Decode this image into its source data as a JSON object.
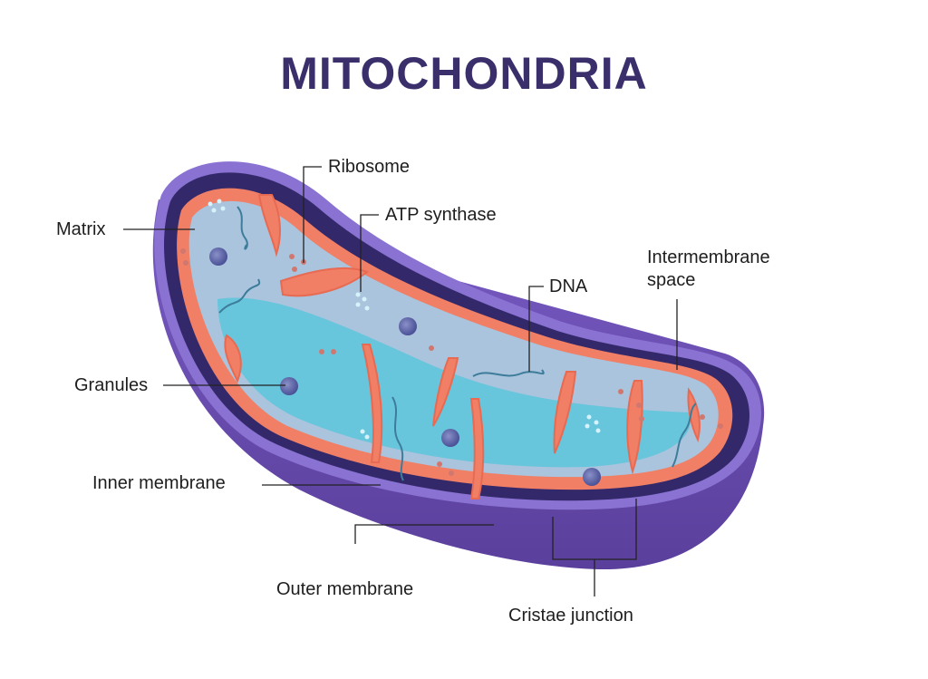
{
  "title": "MITOCHONDRIA",
  "labels": {
    "ribosome": "Ribosome",
    "atp_synthase": "ATP synthase",
    "matrix": "Matrix",
    "dna": "DNA",
    "intermembrane_line1": "Intermembrane",
    "intermembrane_line2": "space",
    "granules": "Granules",
    "inner_membrane": "Inner membrane",
    "outer_membrane": "Outer membrane",
    "cristae_junction": "Cristae junction"
  },
  "colors": {
    "title": "#3a2f6b",
    "outer_membrane": "#6a4fb0",
    "outer_rim": "#8a72d2",
    "intermembrane_space": "#33296a",
    "inner_membrane": "#f07f66",
    "matrix_light": "#a9c4dc",
    "matrix_cyan": "#5cc6dc",
    "granule": "#5a63a6",
    "ribosome": "#d07870",
    "leader_line": "#222222"
  }
}
